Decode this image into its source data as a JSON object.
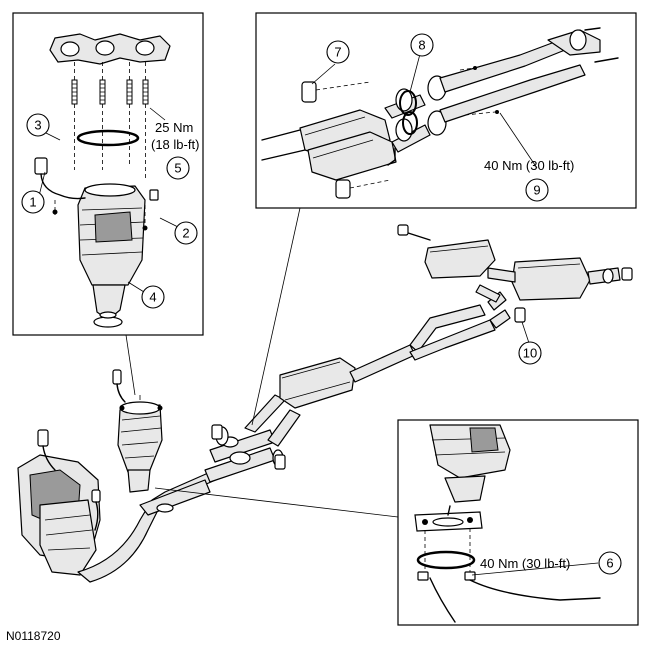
{
  "figure_id": "N0118720",
  "callouts": [
    "1",
    "2",
    "3",
    "4",
    "5",
    "6",
    "7",
    "8",
    "9",
    "10"
  ],
  "torque_specs": {
    "spec_5": "25 Nm",
    "spec_5_imperial": "(18 lb-ft)",
    "spec_9": "40 Nm (30 lb-ft)",
    "spec_6": "40 Nm (30 lb-ft)"
  },
  "colors": {
    "line": "#000000",
    "part_fill": "#e8e8e8",
    "shade": "#9a9a9a"
  }
}
